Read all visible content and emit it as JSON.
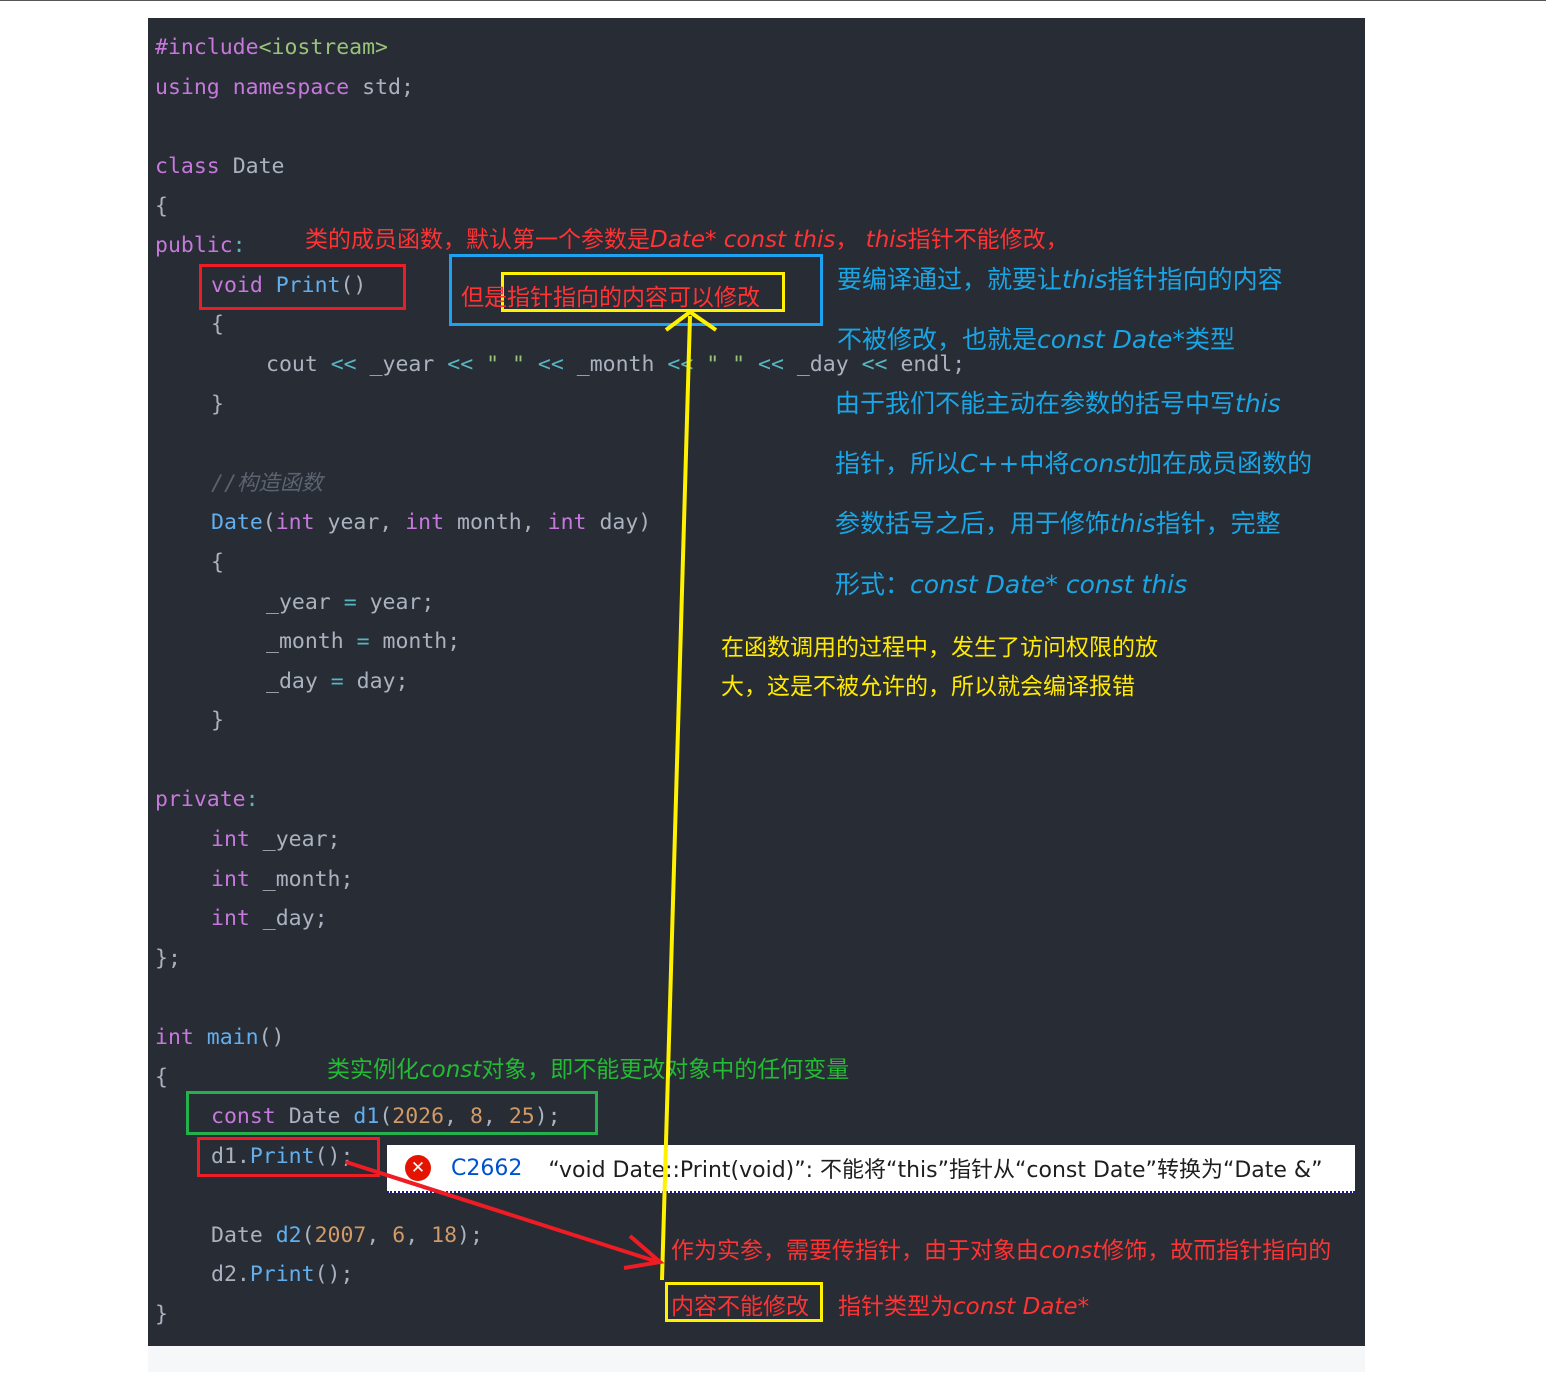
{
  "code": {
    "include": "#include",
    "include_header": "<iostream>",
    "using_kw": "using",
    "namespace_kw": "namespace",
    "std": "std;",
    "class_kw": "class",
    "class_name": "Date",
    "open_brace": "{",
    "public_kw": "public",
    "colon": ":",
    "void_kw": "void",
    "print_fn": "Print",
    "parens": "()",
    "cout_line_cout": "cout",
    "shl": "<<",
    "year_var": "_year",
    "space_str": "\" \"",
    "month_var": "_month",
    "day_var": "_day",
    "endl": "endl;",
    "close_brace": "}",
    "ctor_comment": "//构造函数",
    "ctor_name": "Date",
    "int_kw": "int",
    "year_param": "year,",
    "month_param": "month,",
    "day_param": "day)",
    "assign": "=",
    "year_rhs": "year;",
    "month_rhs": "month;",
    "day_rhs": "day;",
    "private_kw": "private",
    "year_decl": "_year;",
    "month_decl": "_month;",
    "day_decl": "_day;",
    "class_end": "};",
    "main_fn": "main",
    "const_kw": "const",
    "d1": "d1",
    "d1_args_open": "(",
    "n2026": "2026",
    "n8": "8",
    "n25": "25",
    "args_close": ");",
    "comma": ",",
    "d1_call_obj": "d1.",
    "call_tail": "();",
    "d2": "d2",
    "n2007": "2007",
    "n6": "6",
    "n18": "18",
    "d2_call_obj": "d2."
  },
  "annotations": {
    "red_top_a": "类的成员函数，默认第一个参数是",
    "red_top_b": "Date* const this",
    "red_top_c": "，",
    "red_top_d": "this",
    "red_top_e": "指针不能修改，",
    "red_box_a": "但是",
    "red_box_b": "指针指向的内容可以修改",
    "blue_1a": "要编译通过，就要让",
    "blue_1b": "this",
    "blue_1c": "指针指向的内容",
    "blue_2a": "不被修改，也就是",
    "blue_2b": "const Date*",
    "blue_2c": "类型",
    "blue_3a": "由于我们不能主动在参数的括号中写",
    "blue_3b": "this",
    "blue_4a": "指针，所以",
    "blue_4b": "C++",
    "blue_4c": "中将",
    "blue_4d": "const",
    "blue_4e": "加在成员函数的",
    "blue_5a": "参数括号之后，用于修饰",
    "blue_5b": "this",
    "blue_5c": "指针，完整",
    "blue_6a": "形式：",
    "blue_6b": "const Date* const this",
    "yellow_1": "在函数调用的过程中，发生了访问权限的放",
    "yellow_2": "大，这是不被允许的，所以就会编译报错",
    "green_a": "类实例化",
    "green_b": "const",
    "green_c": "对象，即不能更改对象中的任何变量",
    "bottom_red_1a": "作为实参，需要传指针，由于对象由",
    "bottom_red_1b": "const",
    "bottom_red_1c": "修饰，故而指针指向的",
    "bottom_box": "内容不能修改",
    "bottom_red_2a": "指针类型为",
    "bottom_red_2b": "const Date*"
  },
  "error": {
    "icon": "✕",
    "code": "C2662",
    "message": "“void Date::Print(void)”: 不能将“this”指针从“const Date”转换为“Date &”"
  },
  "colors": {
    "editor_bg": "#282c34",
    "keyword": "#c678dd",
    "function": "#61afef",
    "string": "#98c379",
    "number": "#d19a66",
    "annotation_red": "#ff3333",
    "annotation_blue": "#19a6e6",
    "annotation_yellow": "#ffea00",
    "annotation_green": "#22bb33"
  }
}
